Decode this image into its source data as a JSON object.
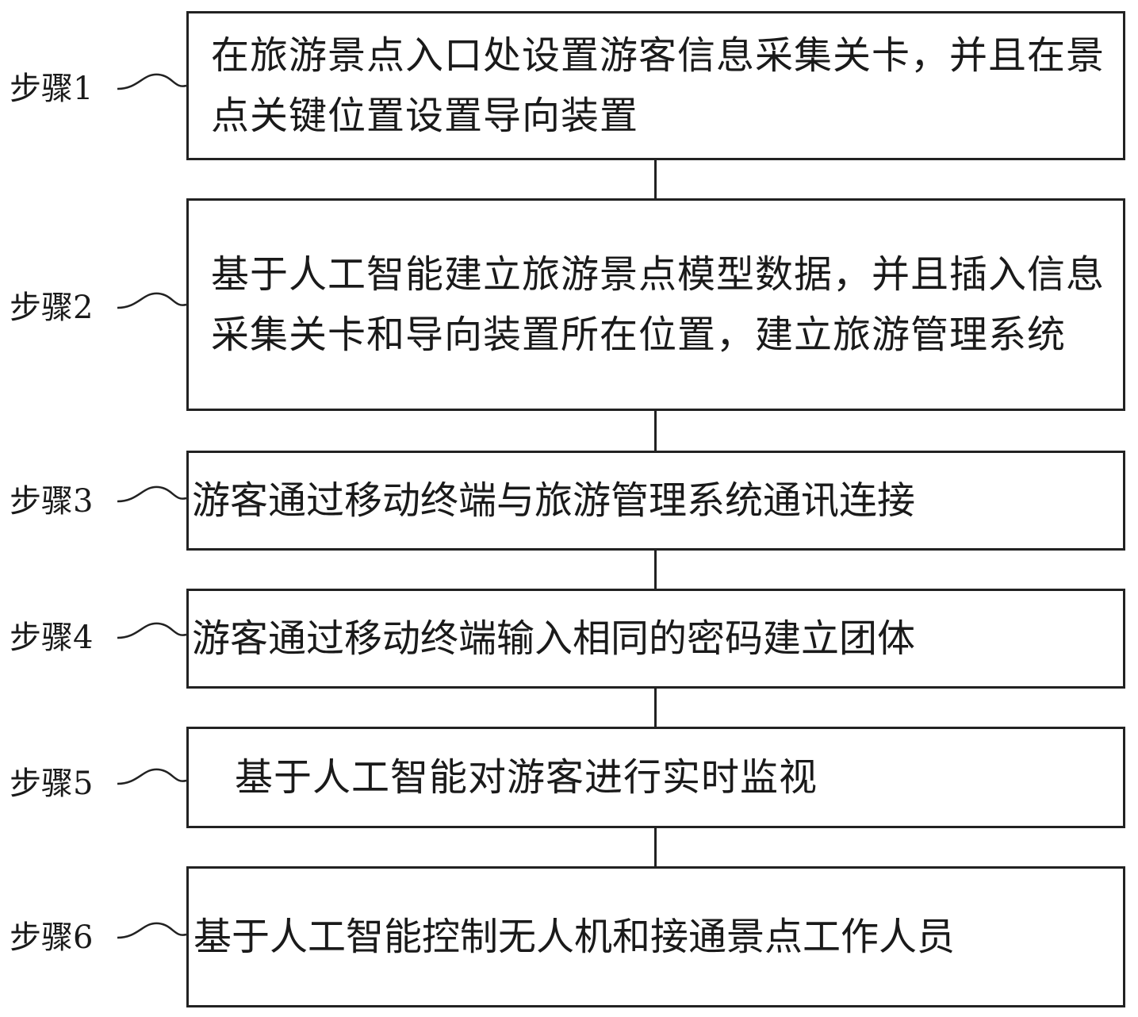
{
  "steps": [
    {
      "label": "步骤1",
      "text": "在旅游景点入口处设置游客信息采集关卡，并且在景点关键位置设置导向装置"
    },
    {
      "label": "步骤2",
      "text": "基于人工智能建立旅游景点模型数据，并且插入信息采集关卡和导向装置所在位置，建立旅游管理系统"
    },
    {
      "label": "步骤3",
      "text": "游客通过移动终端与旅游管理系统通讯连接"
    },
    {
      "label": "步骤4",
      "text": "游客通过移动终端输入相同的密码建立团体"
    },
    {
      "label": "步骤5",
      "text": "基于人工智能对游客进行实时监视"
    },
    {
      "label": "步骤6",
      "text": "基于人工智能控制无人机和接通景点工作人员"
    }
  ]
}
